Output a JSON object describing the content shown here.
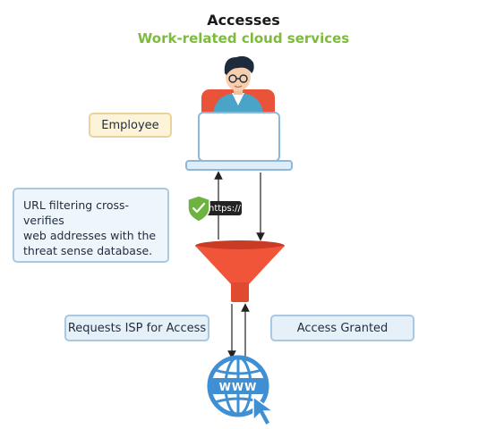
{
  "header": {
    "title": "Accesses",
    "subtitle": "Work-related cloud services"
  },
  "labels": {
    "employee": "Employee",
    "filter_line1": "URL filtering cross-verifies",
    "filter_line2": "web addresses with the",
    "filter_line3": "threat sense database.",
    "request": "Requests ISP for Access",
    "granted": "Access Granted",
    "https": "https://",
    "www": "WWW"
  },
  "colors": {
    "subtitle": "#7dbb3c",
    "funnel": "#f0553a",
    "globe": "#3f8fd4",
    "shield": "#6cb33f"
  },
  "icons": {
    "person": "employee-person-icon",
    "laptop": "laptop-icon",
    "shield": "shield-check-icon",
    "funnel": "funnel-filter-icon",
    "globe": "www-globe-icon",
    "cursor": "cursor-icon"
  }
}
